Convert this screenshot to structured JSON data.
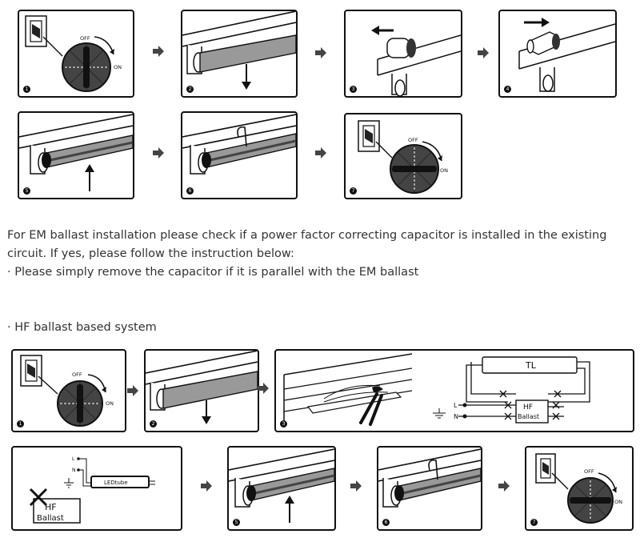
{
  "steps_top": [
    "1",
    "2",
    "3",
    "4",
    "5",
    "6",
    "7"
  ],
  "steps_bottom": [
    "1",
    "2",
    "3",
    "5",
    "6",
    "7"
  ],
  "dial": {
    "off_label": "OFF",
    "on_label": "ON"
  },
  "instructions": {
    "line1": "For EM ballast installation please check if a power factor correcting capacitor is installed in the existing",
    "line2": "circuit. If yes, please follow the instruction below:",
    "bullet1": "·  Please simply remove the capacitor if it is parallel with the EM ballast"
  },
  "section_hf": {
    "heading": "·  HF ballast based system"
  },
  "wiring_tl": {
    "tube_label": "TL",
    "line_label": "L",
    "neutral_label": "N",
    "ballast_label1": "HF",
    "ballast_label2": "Ballast"
  },
  "wiring_led": {
    "line_label": "L",
    "neutral_label": "N",
    "tube_label": "LEDtube",
    "ballast_label1": "HF",
    "ballast_label2": "Ballast"
  }
}
